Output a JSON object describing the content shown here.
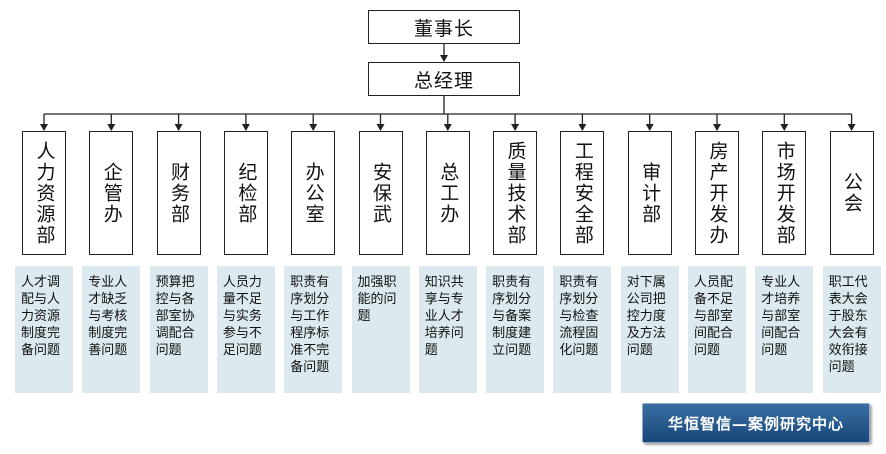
{
  "chairman": "董事长",
  "general_manager": "总经理",
  "departments": [
    {
      "name": "人力资源部",
      "note": "人才调配与人力资源制度完备问题"
    },
    {
      "name": "企管办",
      "note": "专业人才缺乏与考核制度完善问题"
    },
    {
      "name": "财务部",
      "note": "预算把控与各部室协调配合问题"
    },
    {
      "name": "纪检部",
      "note": "人员力量不足与实务参与不足问题"
    },
    {
      "name": "办公室",
      "note": "职责有序划分与工作程序标准不完备问题"
    },
    {
      "name": "安保武",
      "note": "加强职能的问题"
    },
    {
      "name": "总工办",
      "note": "知识共享与专业人才培养问题"
    },
    {
      "name": "质量技术部",
      "note": "职责有序划分与备案制度建立问题"
    },
    {
      "name": "工程安全部",
      "note": "职责有序划分与检查流程固化问题"
    },
    {
      "name": "审计部",
      "note": "对下属公司把控力度及方法问题"
    },
    {
      "name": "房产开发办",
      "note": "人员配备不足与部室间配合问题"
    },
    {
      "name": "市场开发部",
      "note": "专业人才培养与部室间配合问题"
    },
    {
      "name": "公会",
      "note": "职工代表大会于股东大会有效衔接问题"
    }
  ],
  "brand": "华恒智信—案例研究中心"
}
